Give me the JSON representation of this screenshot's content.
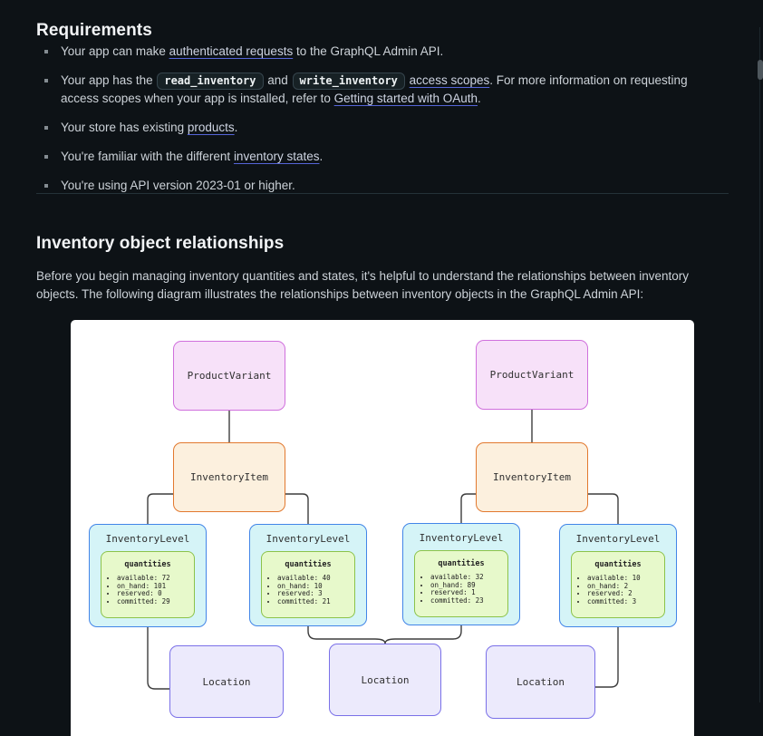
{
  "requirements": {
    "heading": "Requirements",
    "items": [
      {
        "segments": [
          {
            "text": "Your app can make "
          },
          {
            "text": "authenticated requests",
            "type": "link"
          },
          {
            "text": " to the GraphQL Admin API."
          }
        ]
      },
      {
        "segments": [
          {
            "text": "Your app has the "
          },
          {
            "text": "read_inventory",
            "type": "code"
          },
          {
            "text": " and "
          },
          {
            "text": "write_inventory",
            "type": "code"
          },
          {
            "text": " "
          },
          {
            "text": "access scopes",
            "type": "link"
          },
          {
            "text": ". For more information on requesting access scopes when your app is installed, refer to "
          },
          {
            "text": "Getting started with OAuth",
            "type": "link"
          },
          {
            "text": "."
          }
        ]
      },
      {
        "segments": [
          {
            "text": "Your store has existing "
          },
          {
            "text": "products",
            "type": "link"
          },
          {
            "text": "."
          }
        ]
      },
      {
        "segments": [
          {
            "text": "You're familiar with the different "
          },
          {
            "text": "inventory states",
            "type": "link"
          },
          {
            "text": "."
          }
        ]
      },
      {
        "segments": [
          {
            "text": "You're using API version 2023-01 or higher."
          }
        ]
      }
    ]
  },
  "relationships": {
    "heading": "Inventory object relationships",
    "paragraph": "Before you begin managing inventory quantities and states, it's helpful to understand the relationships between inventory objects. The following diagram illustrates the relationships between inventory objects in the GraphQL Admin API:"
  },
  "diagram": {
    "pv_left": "ProductVariant",
    "pv_right": "ProductVariant",
    "ii_left": "InventoryItem",
    "ii_right": "InventoryItem",
    "loc1": "Location",
    "loc2": "Location",
    "loc3": "Location",
    "levels": [
      {
        "title": "InventoryLevel",
        "subtitle": "quantities",
        "lines": [
          "available: 72",
          "on_hand: 101",
          "reserved: 0",
          "committed: 29"
        ]
      },
      {
        "title": "InventoryLevel",
        "subtitle": "quantities",
        "lines": [
          "available: 40",
          "on_hand: 10",
          "reserved: 3",
          "committed: 21"
        ]
      },
      {
        "title": "InventoryLevel",
        "subtitle": "quantities",
        "lines": [
          "available: 32",
          "on_hand: 89",
          "reserved: 1",
          "committed: 23"
        ]
      },
      {
        "title": "InventoryLevel",
        "subtitle": "quantities",
        "lines": [
          "available: 10",
          "on_hand: 2",
          "reserved: 2",
          "committed: 3"
        ]
      }
    ]
  },
  "colors": {
    "page_bg": "#0d1216",
    "diagram_bg": "#ffffff",
    "product_variant_fill": "#f7e1f9",
    "product_variant_border": "#d070dd",
    "inventory_item_fill": "#fcf0de",
    "inventory_item_border": "#e2792f",
    "inventory_level_fill": "#d5f4f7",
    "inventory_level_border": "#4285e8",
    "quantities_fill": "#e7f9cb",
    "quantities_border": "#8bc34a",
    "location_fill": "#eceafc",
    "location_border": "#7a70e8",
    "link_underline": "#5565d8",
    "connector": "#3d3d3d"
  }
}
